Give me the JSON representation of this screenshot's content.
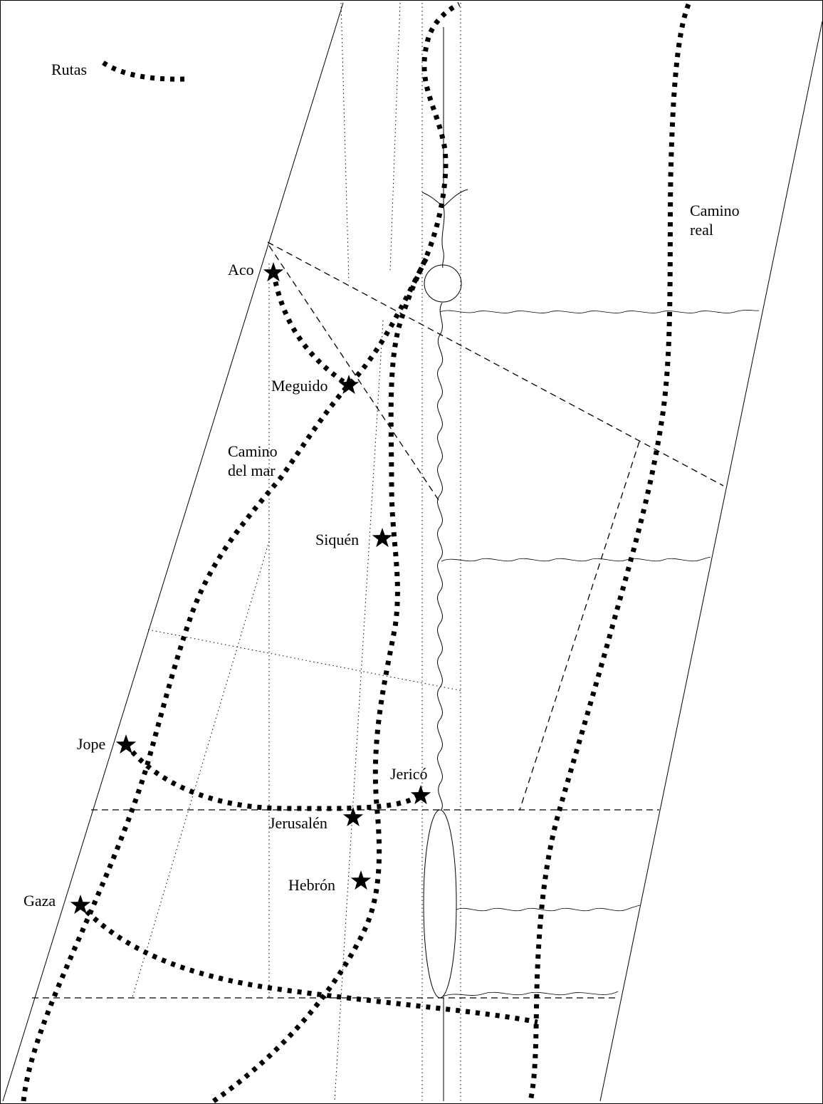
{
  "legend": {
    "routes_label": "Rutas"
  },
  "roads": {
    "king_highway": [
      "Camino",
      "real"
    ],
    "way_of_the_sea": [
      "Camino",
      "del mar"
    ]
  },
  "cities": [
    {
      "id": "aco",
      "name": "Aco"
    },
    {
      "id": "meguido",
      "name": "Meguido"
    },
    {
      "id": "siquen",
      "name": "Siquén"
    },
    {
      "id": "jope",
      "name": "Jope"
    },
    {
      "id": "jerico",
      "name": "Jericó"
    },
    {
      "id": "jerusalen",
      "name": "Jerusalén"
    },
    {
      "id": "hebron",
      "name": "Hebrón"
    },
    {
      "id": "gaza",
      "name": "Gaza"
    }
  ],
  "colors": {
    "ink": "#000000",
    "paper": "#ffffff"
  },
  "icons": {
    "city_marker": "star-icon"
  }
}
